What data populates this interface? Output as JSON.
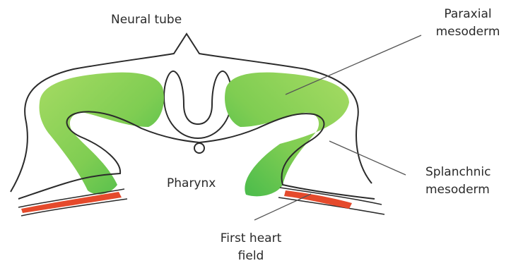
{
  "labels": {
    "neural_tube": "Neural tube",
    "paraxial_line1": "Paraxial",
    "paraxial_line2": "mesoderm",
    "splanchnic_line1": "Splanchnic",
    "splanchnic_line2": "mesoderm",
    "pharynx": "Pharynx",
    "first_heart_line1": "First heart",
    "first_heart_line2": "field"
  },
  "colors": {
    "outline": "#2b2b2b",
    "paraxial_green": "#9bd65a",
    "splanchnic_green": "#46bb48",
    "heart_field_red": "#e54a2c"
  }
}
